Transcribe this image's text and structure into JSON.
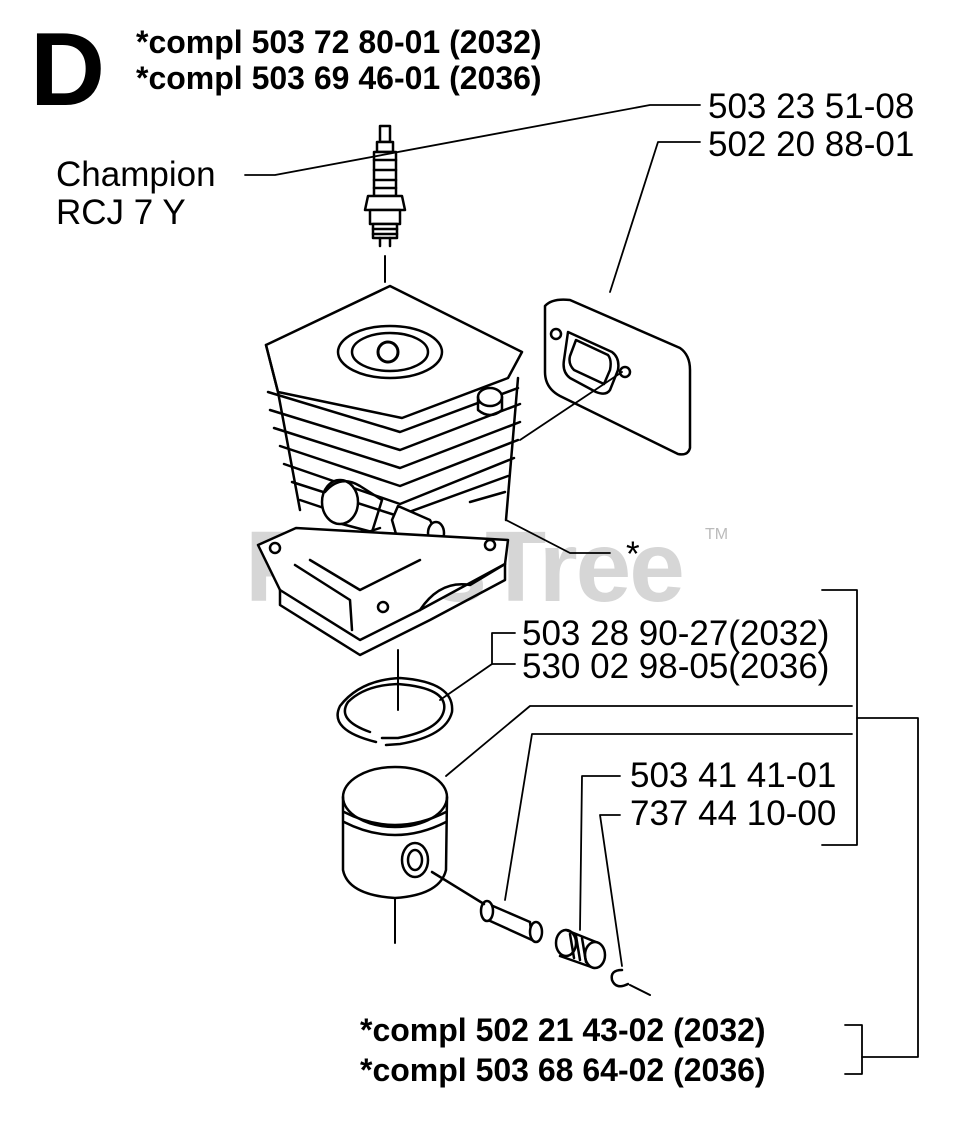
{
  "section": {
    "letter": "D"
  },
  "header": {
    "line1": "*compl 503 72 80-01 (2032)",
    "line2": "*compl 503 69 46-01 (2036)"
  },
  "spark_plug": {
    "brand": "Champion",
    "model": "RCJ 7 Y"
  },
  "parts": {
    "spark_plug_pn": "503 23 51-08",
    "gasket_pn": "502 20 88-01",
    "cylinder_marker": "*",
    "ring_2032": "503 28 90-27(2032)",
    "ring_2036": "530 02 98-05(2036)",
    "bearing_pn": "503 41 41-01",
    "circlip_pn": "737 44 10-00"
  },
  "footer": {
    "line1": "*compl 502 21 43-02 (2032)",
    "line2": "*compl 503 68 64-02 (2036)"
  },
  "watermark": {
    "text": "PartsTree",
    "tm": "TM"
  }
}
